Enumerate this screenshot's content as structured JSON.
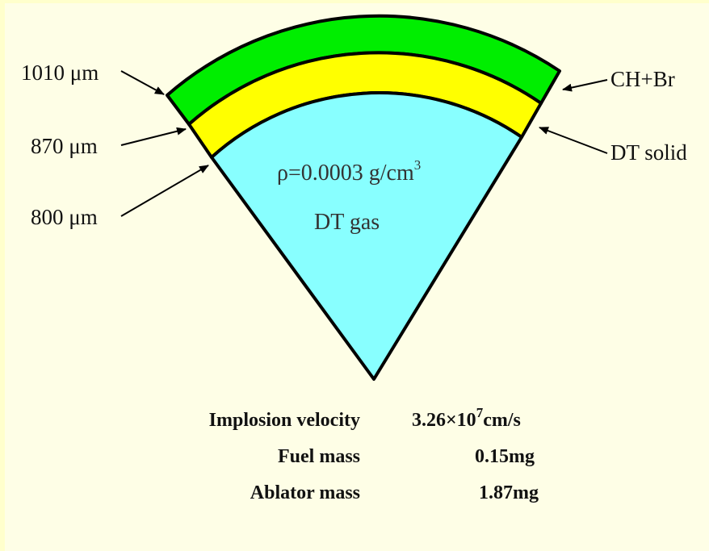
{
  "colors": {
    "ablator": "#00ee00",
    "dt_solid": "#ffff00",
    "dt_gas": "#88ffff",
    "outline": "#000000",
    "background": "#fefee6"
  },
  "labels": {
    "r_outer": "1010 μm",
    "r_middle": "870 μm",
    "r_inner": "800 μm",
    "ablator": "CH+Br",
    "solid": "DT solid"
  },
  "gas": {
    "density_prefix": "ρ=0.0003 g/cm",
    "density_exp": "3",
    "name": "DT gas"
  },
  "table": {
    "implosion_label": "Implosion velocity",
    "implosion_value_prefix": "3.26×10",
    "implosion_value_exp": "7",
    "implosion_value_suffix": "cm/s",
    "fuel_label": "Fuel mass",
    "fuel_value": "0.15mg",
    "ablator_label": "Ablator mass",
    "ablator_value": "1.87mg"
  }
}
